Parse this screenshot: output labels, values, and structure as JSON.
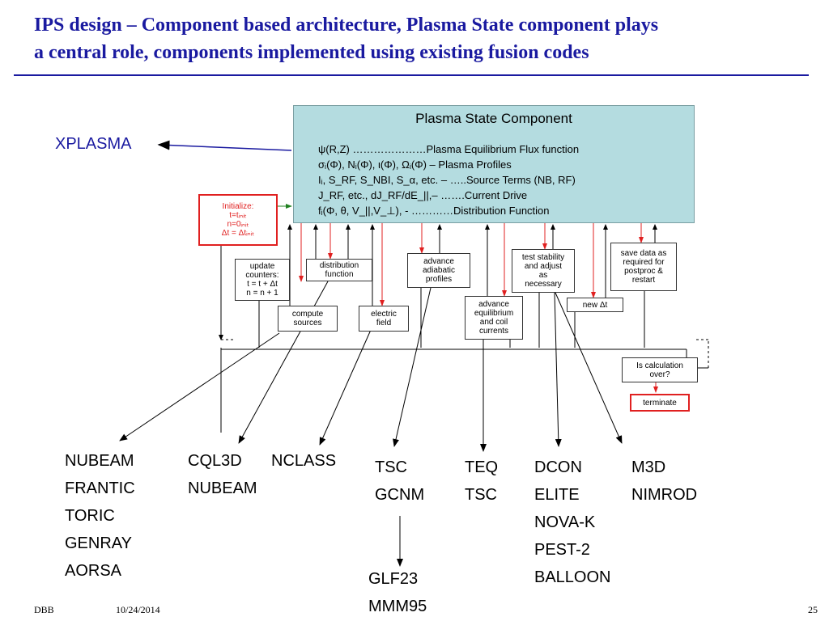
{
  "slide": {
    "title_line1": "IPS design – Component based architecture, Plasma State component plays",
    "title_line2": "a central role,  components implemented using existing fusion codes"
  },
  "plasma_state": {
    "title": "Plasma State Component",
    "rows": [
      "ψ(R,Z)   …………………Plasma Equilibrium Flux function",
      "σᵢ(Φ), Nᵢ(Φ), ι(Φ), Ωᵢ(Φ) – Plasma Profiles",
      "Iᵢ, S_RF, S_NBI, S_α, etc. – …..Source Terms (NB, RF)",
      "J_RF, etc., dJ_RF/dE_||,– …….Current Drive",
      "fᵢ(Φ, θ, V_||,V_⊥), - …………Distribution Function"
    ]
  },
  "xplasma_label": "XPLASMA",
  "flow_boxes": {
    "initialize": [
      "Initialize:",
      "t=tᵢₙᵢₜ",
      "n=0ᵢₙᵢₜ",
      "Δt = Δtᵢₙᵢₜ"
    ],
    "update_counters": [
      "update",
      "counters:",
      "t = t + Δt",
      "n = n + 1"
    ],
    "distribution_function": [
      "distribution",
      "function"
    ],
    "advance_adiabatic": [
      "advance",
      "adiabatic",
      "profiles"
    ],
    "test_stability": [
      "test stability",
      "and adjust",
      "as",
      "necessary"
    ],
    "save_data": [
      "save data as",
      "required for",
      "postproc  &",
      "restart"
    ],
    "compute_sources": [
      "compute",
      "sources"
    ],
    "electric_field": [
      "electric",
      "field"
    ],
    "advance_equilibrium": [
      "advance",
      "equilibrium",
      "and coil",
      "currents"
    ],
    "new_dt": "new Δt",
    "is_calc_over": [
      "Is calculation",
      "over?"
    ],
    "terminate": "terminate"
  },
  "code_lists": {
    "col1": [
      "NUBEAM",
      "FRANTIC",
      "TORIC",
      "GENRAY",
      "AORSA"
    ],
    "col2a": [
      "CQL3D",
      "NUBEAM"
    ],
    "col2b": [
      "NCLASS"
    ],
    "col3": [
      "TSC",
      "GCNM"
    ],
    "col3_below": [
      "GLF23",
      "MMM95"
    ],
    "col4": [
      "TEQ",
      "TSC"
    ],
    "col5": [
      "DCON",
      "ELITE",
      "NOVA-K",
      "PEST-2",
      "BALLOON"
    ],
    "col6": [
      "M3D",
      "NIMROD"
    ]
  },
  "footer": {
    "author": "DBB",
    "date": "10/24/2014",
    "page": "25"
  },
  "colors": {
    "title": "#1a1aa0",
    "plasma_box": "#b4dce0",
    "red_arrow": "#e02020",
    "green_arrow": "#208020"
  }
}
